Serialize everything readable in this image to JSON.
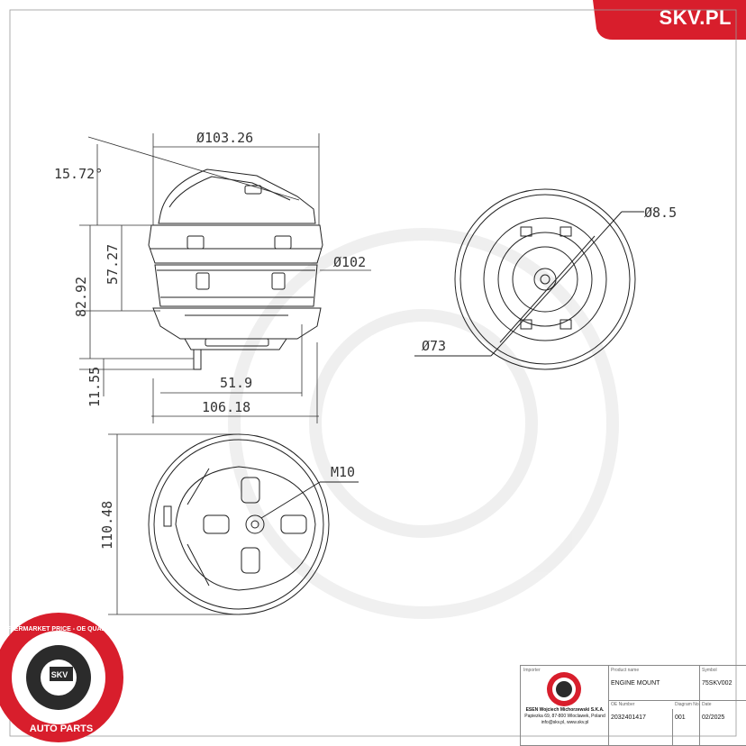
{
  "brand": {
    "name": "SKV.PL",
    "color": "#d81e2c"
  },
  "dimensions": {
    "top_diameter": "Ø103.26",
    "angle": "15.72°",
    "side_diameter": "Ø102",
    "height_57": "57.27",
    "height_82": "82.92",
    "height_11": "11.55",
    "width_51": "51.9",
    "width_106": "106.18",
    "hole_diameter": "Ø8.5",
    "inner_diameter": "Ø73",
    "thread": "M10",
    "height_110": "110.48"
  },
  "badge": {
    "ring_text": "AFTERMARKET PRICE - OE QUALITY",
    "center_text": "SKV",
    "bottom_text": "AUTO PARTS"
  },
  "title_block": {
    "importer_label": "Importer",
    "importer_company": "ESEN Wojciech Michorzewski S.K.A.",
    "importer_address": "Papiezka 69, 87-800 Wloclawek, Poland",
    "importer_contact": "info@skv.pl, www.skv.pl",
    "product_name_label": "Product name",
    "product_name": "ENGINE MOUNT",
    "symbol_label": "Symbol",
    "symbol": "75SKV002",
    "oe_label": "OE Number",
    "oe_number": "2032401417",
    "diagram_label": "Diagram No.",
    "diagram_no": "001",
    "date_label": "Date",
    "date": "02/2025"
  }
}
